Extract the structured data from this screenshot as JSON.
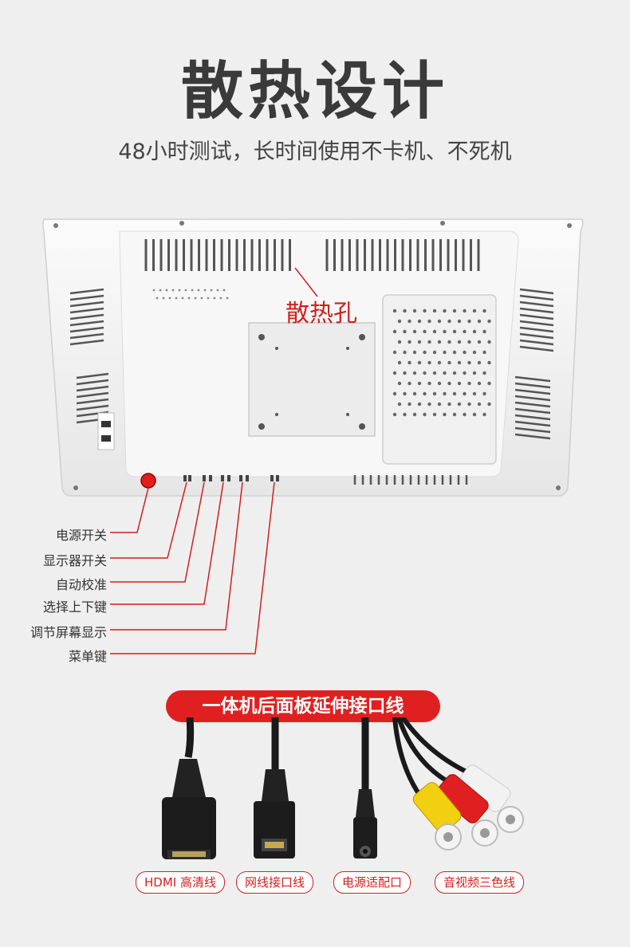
{
  "title": "散热设计",
  "subtitle": "48小时测试，长时间使用不卡机、不死机",
  "heat_label": "散热孔",
  "controls": [
    "电源开关",
    "显示器开关",
    "自动校准",
    "选择上下键",
    "调节屏幕显示",
    "菜单键"
  ],
  "banner": "一体机后面板延伸接口线",
  "cables": [
    "HDMI 高清线",
    "网线接口线",
    "电源适配口",
    "音视频三色线"
  ],
  "colors": {
    "accent": "#e02020",
    "panel": "#ffffff",
    "background": "#efefef"
  }
}
